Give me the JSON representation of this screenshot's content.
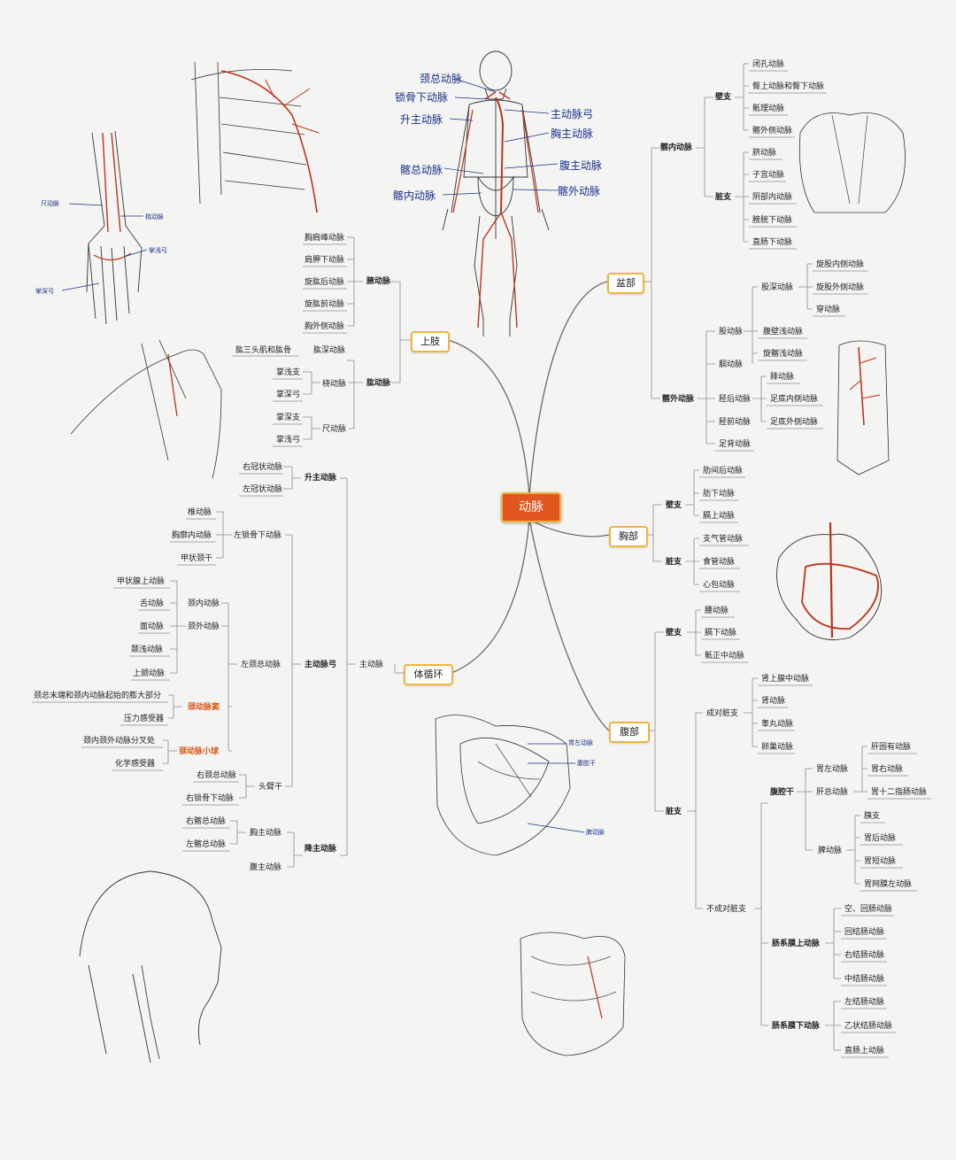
{
  "central": {
    "label": "动脉"
  },
  "branches": {
    "upper_limb": {
      "label": "上肢"
    },
    "systemic": {
      "label": "体循环"
    },
    "pelvis": {
      "label": "盆部"
    },
    "thorax": {
      "label": "胸部"
    },
    "abdomen": {
      "label": "腹部"
    }
  },
  "upper_limb": {
    "axillary": {
      "label": "腋动脉",
      "children": [
        "胸肩峰动脉",
        "肩胛下动脉",
        "旋肱后动脉",
        "旋肱前动脉",
        "胸外侧动脉"
      ]
    },
    "deep_brachial_parent": "肱三头肌和肱骨",
    "deep_brachial": "肱深动脉",
    "brachial": {
      "label": "肱动脉"
    },
    "radial": {
      "label": "桡动脉",
      "children": [
        "掌浅支",
        "掌深弓"
      ]
    },
    "ulnar": {
      "label": "尺动脉",
      "children": [
        "掌深支",
        "掌浅弓"
      ]
    }
  },
  "systemic": {
    "main_artery": "主动脉",
    "arch": "主动脉弓",
    "ascending": {
      "label": "升主动脉",
      "children": [
        "右冠状动脉",
        "左冠状动脉"
      ]
    },
    "left_subclavian": {
      "label": "左锁骨下动脉",
      "children": [
        "椎动脉",
        "胸廓内动脉",
        "甲状颈干"
      ]
    },
    "left_common_carotid": "左颈总动脉",
    "internal_carotid": "颈内动脉",
    "external_carotid": "颈外动脉",
    "external_children": [
      "甲状腺上动脉",
      "舌动脉",
      "面动脉",
      "颞浅动脉",
      "上颌动脉"
    ],
    "carotid_sinus": "颈动脉窦",
    "carotid_sinus_desc": [
      "颈总末端和颈内动脉起始的膨大部分",
      "压力感受器"
    ],
    "carotid_body": "颈动脉小球",
    "carotid_body_desc": [
      "颈内颈外动脉分叉处",
      "化学感受器"
    ],
    "brachiocephalic": {
      "label": "头臂干",
      "children": [
        "右颈总动脉",
        "右锁骨下动脉"
      ]
    },
    "descending": "降主动脉",
    "thoracic_aorta": {
      "label": "胸主动脉",
      "children": [
        "右髂总动脉",
        "左髂总动脉"
      ]
    },
    "abdominal_aorta": "腹主动脉"
  },
  "pelvis": {
    "internal_iliac": "髂内动脉",
    "parietal": {
      "label": "壁支",
      "children": [
        "闭孔动脉",
        "臀上动脉和臀下动脉",
        "骶理动脉",
        "髂外侧动脉"
      ]
    },
    "visceral": {
      "label": "脏支",
      "children": [
        "脐动脉",
        "子宫动脉",
        "阴部内动脉",
        "膀胱下动脉",
        "直肠下动脉"
      ]
    },
    "external_iliac": "髂外动脉",
    "femoral": "股动脉",
    "deep_femoral": {
      "label": "股深动脉",
      "children": [
        "旋股内侧动脉",
        "旋股外侧动脉",
        "穿动脉"
      ]
    },
    "superficial": [
      "腹壁浅动脉",
      "旋髂浅动脉"
    ],
    "popliteal": "腘动脉",
    "posterior_tibial": {
      "label": "胫后动脉",
      "children": [
        "腓动脉",
        "足底内侧动脉",
        "足底外侧动脉"
      ]
    },
    "anterior_tibial": "胫前动脉",
    "dorsalis_pedis": "足背动脉"
  },
  "thorax": {
    "parietal": {
      "label": "壁支",
      "children": [
        "肋间后动脉",
        "肋下动脉",
        "膈上动脉"
      ]
    },
    "visceral": {
      "label": "脏支",
      "children": [
        "支气管动脉",
        "食管动脉",
        "心包动脉"
      ]
    }
  },
  "abdomen": {
    "parietal": {
      "label": "壁支",
      "children": [
        "腰动脉",
        "膈下动脉",
        "骶正中动脉"
      ]
    },
    "visceral": "脏支",
    "paired": {
      "label": "成对脏支",
      "children": [
        "肾上腺中动脉",
        "肾动脉",
        "睾丸动脉",
        "卵巢动脉"
      ]
    },
    "unpaired": "不成对脏支",
    "celiac": "腹腔干",
    "left_gastric": "胃左动脉",
    "common_hepatic": {
      "label": "肝总动脉",
      "children": [
        "肝固有动脉",
        "胃右动脉",
        "胃十二指肠动脉"
      ]
    },
    "splenic": {
      "label": "脾动脉",
      "children": [
        "胰支",
        "胃后动脉",
        "胃短动脉",
        "胃网膜左动脉"
      ]
    },
    "sma": {
      "label": "肠系膜上动脉",
      "children": [
        "空、回肠动脉",
        "回结肠动脉",
        "右结肠动脉",
        "中结肠动脉"
      ]
    },
    "ima": {
      "label": "肠系膜下动脉",
      "children": [
        "左结肠动脉",
        "乙状结肠动脉",
        "直肠上动脉"
      ]
    }
  },
  "figure_labels": {
    "skeleton": [
      "颈总动脉",
      "锁骨下动脉",
      "升主动脉",
      "主动脉弓",
      "胸主动脉",
      "腹主动脉",
      "髂总动脉",
      "髂外动脉",
      "髂内动脉"
    ],
    "arm": [
      "尺动脉",
      "桡动脉",
      "掌浅弓",
      "掌深弓"
    ],
    "stomach": [
      "胃左动脉",
      "腹腔干",
      "脾动脉"
    ]
  },
  "colors": {
    "central_bg": "#e2571f",
    "box_border": "#f0b43c",
    "curve": "#6a6a6a",
    "bracket": "#8c8c8c",
    "highlight": "#d8581a",
    "ink_blue": "#1a2f8a",
    "artery_red": "#b83018"
  }
}
